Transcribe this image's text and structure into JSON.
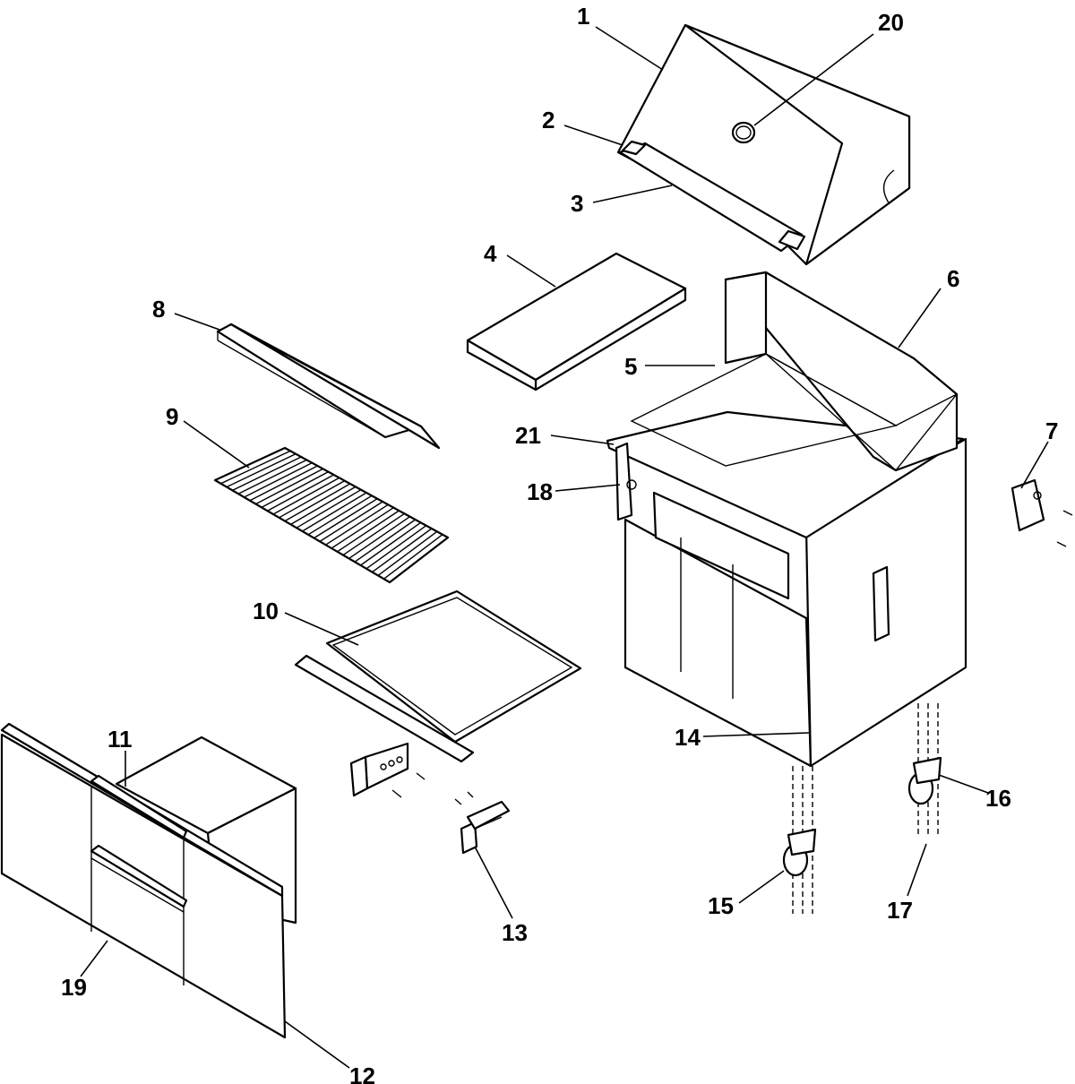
{
  "callouts": [
    {
      "id": "1",
      "label": "1"
    },
    {
      "id": "2",
      "label": "2"
    },
    {
      "id": "3",
      "label": "3"
    },
    {
      "id": "4",
      "label": "4"
    },
    {
      "id": "5",
      "label": "5"
    },
    {
      "id": "6",
      "label": "6"
    },
    {
      "id": "7",
      "label": "7"
    },
    {
      "id": "8",
      "label": "8"
    },
    {
      "id": "9",
      "label": "9"
    },
    {
      "id": "10",
      "label": "10"
    },
    {
      "id": "11",
      "label": "11"
    },
    {
      "id": "12",
      "label": "12"
    },
    {
      "id": "13",
      "label": "13"
    },
    {
      "id": "14",
      "label": "14"
    },
    {
      "id": "15",
      "label": "15"
    },
    {
      "id": "16",
      "label": "16"
    },
    {
      "id": "17",
      "label": "17"
    },
    {
      "id": "18",
      "label": "18"
    },
    {
      "id": "19",
      "label": "19"
    },
    {
      "id": "20",
      "label": "20"
    },
    {
      "id": "21",
      "label": "21"
    }
  ],
  "colors": {
    "line": "#000000",
    "background": "#ffffff"
  }
}
